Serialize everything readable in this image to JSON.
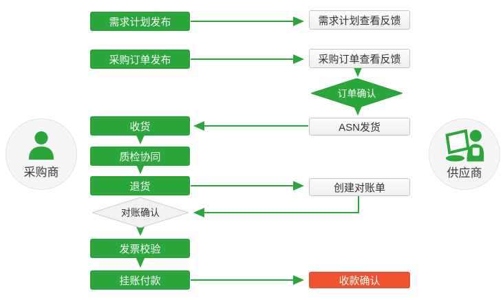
{
  "diagram": {
    "title_hint": "procurement-supplier-collaboration-flow",
    "colors": {
      "green": "#2AA63A",
      "red": "#F0512E",
      "gray_fill": "#F2F2F2",
      "gray_border": "#C5C5C5",
      "text_dark": "#333333",
      "text_light": "#FFFFFF"
    },
    "left_actor": {
      "label": "采购商",
      "icon": "buyer-person-icon"
    },
    "right_actor": {
      "label": "供应商",
      "icon": "supplier-laptop-icon"
    },
    "nodes": [
      {
        "id": "demand-plan-publish",
        "label": "需求计划发布",
        "shape": "rect",
        "style": "green"
      },
      {
        "id": "demand-plan-feedback",
        "label": "需求计划查看反馈",
        "shape": "rect",
        "style": "gray"
      },
      {
        "id": "po-publish",
        "label": "采购订单发布",
        "shape": "rect",
        "style": "green"
      },
      {
        "id": "po-feedback",
        "label": "采购订单查看反馈",
        "shape": "rect",
        "style": "gray"
      },
      {
        "id": "order-confirm",
        "label": "订单确认",
        "shape": "diamond",
        "style": "green"
      },
      {
        "id": "asn-ship",
        "label": "ASN发货",
        "shape": "rect",
        "style": "gray"
      },
      {
        "id": "receive",
        "label": "收货",
        "shape": "rect",
        "style": "green"
      },
      {
        "id": "quality-collab",
        "label": "质检协同",
        "shape": "rect",
        "style": "green"
      },
      {
        "id": "return-goods",
        "label": "退货",
        "shape": "rect",
        "style": "green"
      },
      {
        "id": "create-statement",
        "label": "创建对账单",
        "shape": "rect",
        "style": "gray"
      },
      {
        "id": "reconcile-confirm",
        "label": "对账确认",
        "shape": "diamond",
        "style": "gray"
      },
      {
        "id": "invoice-check",
        "label": "发票校验",
        "shape": "rect",
        "style": "green"
      },
      {
        "id": "pending-payment",
        "label": "挂账付款",
        "shape": "rect",
        "style": "green"
      },
      {
        "id": "receipt-confirm",
        "label": "收款确认",
        "shape": "rect",
        "style": "red"
      }
    ],
    "edges": [
      {
        "from": "demand-plan-publish",
        "to": "demand-plan-feedback"
      },
      {
        "from": "po-publish",
        "to": "po-feedback"
      },
      {
        "from": "po-feedback",
        "to": "order-confirm"
      },
      {
        "from": "order-confirm",
        "to": "asn-ship"
      },
      {
        "from": "asn-ship",
        "to": "receive"
      },
      {
        "from": "receive",
        "to": "quality-collab"
      },
      {
        "from": "quality-collab",
        "to": "return-goods"
      },
      {
        "from": "return-goods",
        "to": "create-statement"
      },
      {
        "from": "create-statement",
        "to": "reconcile-confirm"
      },
      {
        "from": "reconcile-confirm",
        "to": "invoice-check"
      },
      {
        "from": "invoice-check",
        "to": "pending-payment"
      },
      {
        "from": "pending-payment",
        "to": "receipt-confirm"
      }
    ]
  }
}
